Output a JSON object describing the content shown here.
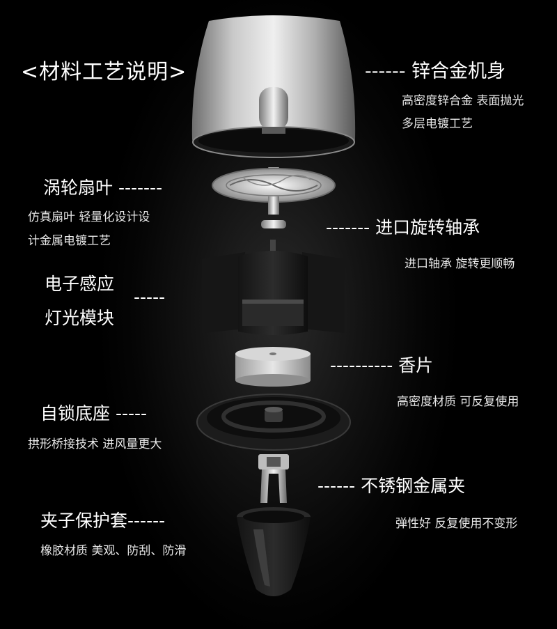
{
  "title": "<材料工艺说明>",
  "parts": {
    "zinc_body": {
      "label": "------ 锌合金机身",
      "desc_line1": "高密度锌合金 表面抛光",
      "desc_line2": "多层电镀工艺"
    },
    "turbine": {
      "label": "涡轮扇叶 -------",
      "desc_line1": "仿真扇叶 轻量化设计设",
      "desc_line2": "计金属电镀工艺"
    },
    "bearing": {
      "label": "------- 进口旋转轴承",
      "desc": "进口轴承 旋转更顺畅"
    },
    "light_module": {
      "label_line1": "电子感应",
      "label_line2": "灯光模块",
      "dashes": "-----"
    },
    "aroma_tablet": {
      "label": "---------- 香片",
      "desc": "高密度材质 可反复使用"
    },
    "base": {
      "label": "自锁底座 -----",
      "desc": "拱形桥接技术 进风量更大"
    },
    "clip": {
      "label": "------ 不锈钢金属夹",
      "desc": "弹性好 反复使用不变形"
    },
    "sleeve": {
      "label": "夹子保护套------",
      "desc": "橡胶材质 美观、防刮、防滑"
    }
  },
  "colors": {
    "background": "#000000",
    "text": "#ffffff",
    "metal": "#b8b8b8",
    "dark_part": "#1e1e1e"
  },
  "icons": [
    "zinc-body-icon",
    "turbine-fan-icon",
    "bearing-icon",
    "light-module-icon",
    "aroma-tablet-icon",
    "base-icon",
    "metal-clip-icon",
    "clip-sleeve-icon"
  ]
}
